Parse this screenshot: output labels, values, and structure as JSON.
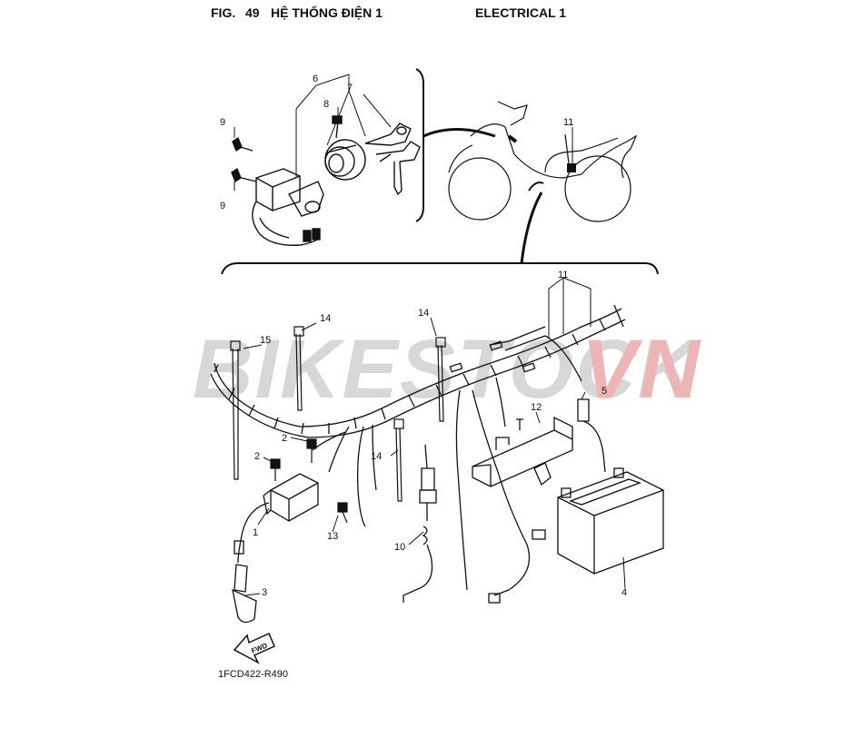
{
  "header": {
    "fig_label": "FIG.",
    "fig_number": "49",
    "title_vn": "HỆ THỐNG ĐIỆN 1",
    "title_en": "ELECTRICAL 1"
  },
  "callouts": [
    {
      "id": "c6",
      "text": "6"
    },
    {
      "id": "c7",
      "text": "7"
    },
    {
      "id": "c8",
      "text": "8"
    },
    {
      "id": "c9a",
      "text": "9"
    },
    {
      "id": "c9b",
      "text": "9"
    },
    {
      "id": "c11a",
      "text": "11"
    },
    {
      "id": "c11b",
      "text": "11"
    },
    {
      "id": "c14a",
      "text": "14"
    },
    {
      "id": "c14b",
      "text": "14"
    },
    {
      "id": "c14c",
      "text": "14"
    },
    {
      "id": "c15",
      "text": "15"
    },
    {
      "id": "c5",
      "text": "5"
    },
    {
      "id": "c12",
      "text": "12"
    },
    {
      "id": "c2a",
      "text": "2"
    },
    {
      "id": "c2b",
      "text": "2"
    },
    {
      "id": "c1",
      "text": "1"
    },
    {
      "id": "c13",
      "text": "13"
    },
    {
      "id": "c10",
      "text": "10"
    },
    {
      "id": "c3",
      "text": "3"
    },
    {
      "id": "c4",
      "text": "4"
    }
  ],
  "fwd_label": "FWD",
  "drawing_code": "1FCD422-R490",
  "watermark": {
    "part1": "BIKESTOCK",
    "part2": "VN",
    "color1": "#b8b8b8",
    "color2": "#e07a7a"
  }
}
